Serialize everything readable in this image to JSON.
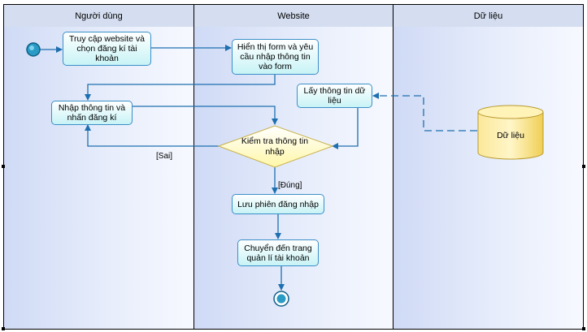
{
  "lanes": [
    {
      "title": "Người dùng"
    },
    {
      "title": "Website"
    },
    {
      "title": "Dữ liệu"
    }
  ],
  "nodes": {
    "access": "Truy cập website và chọn đăng kí tài khoản",
    "show_form": "Hiển thị form và yêu cầu nhập thông tin vào form",
    "input": "Nhập thông tin và nhấn đăng kí",
    "fetch": "Lấy thông tin dữ liệu",
    "check_line1": "Kiểm tra thông tin",
    "check_line2": "nhập",
    "save": "Lưu phiên đăng nhập",
    "redirect": "Chuyển đến trang quản lí tài khoản",
    "datastore": "Dữ liệu"
  },
  "guards": {
    "fail": "[Sai]",
    "ok": "[Đúng]"
  },
  "colors": {
    "flow": "#1e6fb0",
    "node_border": "#3a8fc8",
    "decision_fill": "#fffcc4",
    "decision_border": "#c9b04a",
    "store_fill": "#f5da6a"
  }
}
